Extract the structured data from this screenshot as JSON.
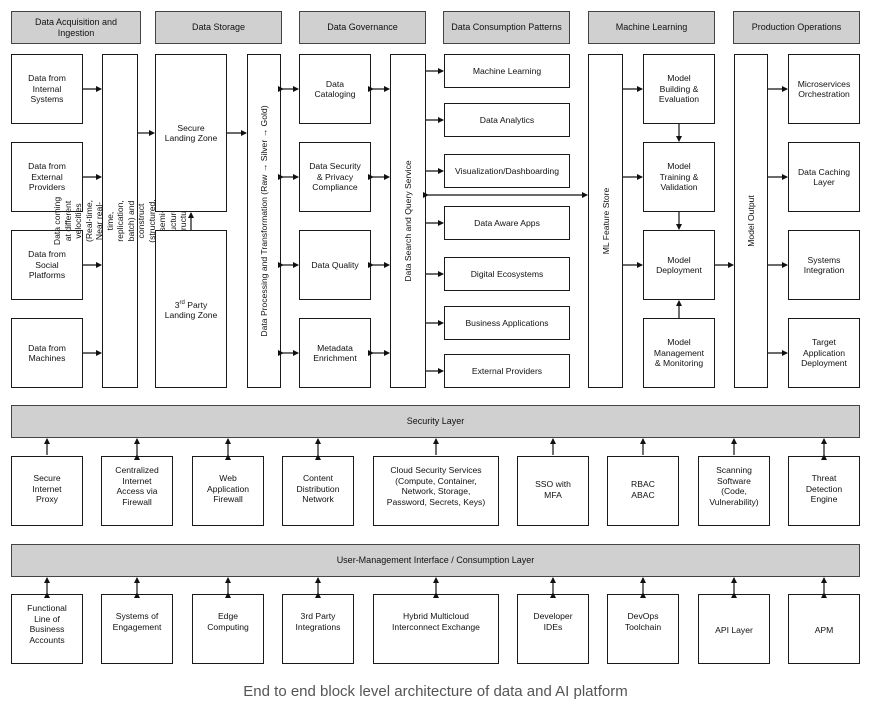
{
  "headers": {
    "acquisition": "Data Acquisition and\nIngestion",
    "storage": "Data Storage",
    "governance": "Data Governance",
    "consumption": "Data Consumption Patterns",
    "ml": "Machine Learning",
    "production": "Production Operations"
  },
  "sources": {
    "internal": "Data from\nInternal\nSystems",
    "external": "Data from\nExternal\nProviders",
    "social": "Data from\nSocial\nPlatforms",
    "machines": "Data from\nMachines"
  },
  "velocity_text": "Data coming at different velocities (Real-time, Near real-time, replication, batch) and\nconstruct (structured, semi-structured, unstructured)",
  "storage": {
    "secure_zone": "Secure\nLanding Zone",
    "third_party_pre": "3",
    "third_party_sup": "rd",
    "third_party_post": " Party\nLanding Zone"
  },
  "processing_text": "Data Processing and Transformation (Raw → Silver → Gold)",
  "governance": {
    "cataloging": "Data\nCataloging",
    "security": "Data Security\n& Privacy\nCompliance",
    "quality": "Data Quality",
    "metadata": "Metadata\nEnrichment"
  },
  "search_service": "Data Search and Query Service",
  "consumption": {
    "ml": "Machine Learning",
    "analytics": "Data Analytics",
    "viz": "Visualization/Dashboarding",
    "aware": "Data Aware Apps",
    "eco": "Digital Ecosystems",
    "biz": "Business Applications",
    "ext": "External Providers"
  },
  "feature_store": "ML Feature Store",
  "ml": {
    "building": "Model\nBuilding &\nEvaluation",
    "training": "Model\nTraining &\nValidation",
    "deployment": "Model\nDeployment",
    "management": "Model\nManagement\n& Monitoring"
  },
  "model_output": "Model Output",
  "production": {
    "micro": "Microservices\nOrchestration",
    "caching": "Data Caching\nLayer",
    "systems": "Systems\nIntegration",
    "target": "Target\nApplication\nDeployment"
  },
  "security_layer": "Security Layer",
  "security_items": [
    "Secure\nInternet\nProxy",
    "Centralized\nInternet\nAccess via\nFirewall",
    "Web\nApplication\nFirewall",
    "Content\nDistribution\nNetwork",
    "Cloud Security Services\n(Compute, Container,\nNetwork, Storage,\nPassword, Secrets, Keys)",
    "SSO with\nMFA",
    "RBAC\nABAC",
    "Scanning\nSoftware\n(Code,\nVulnerability)",
    "Threat\nDetection\nEngine"
  ],
  "user_layer": "User-Management Interface / Consumption Layer",
  "user_items": [
    "Functional\nLine of\nBusiness\nAccounts",
    "Systems of\nEngagement",
    "Edge\nComputing",
    "3rd Party\nIntegrations",
    "Hybrid Multicloud\nInterconnect Exchange",
    "Developer\nIDEs",
    "DevOps\nToolchain",
    "API Layer",
    "APM"
  ],
  "caption": "End to end block level architecture of data and AI platform"
}
